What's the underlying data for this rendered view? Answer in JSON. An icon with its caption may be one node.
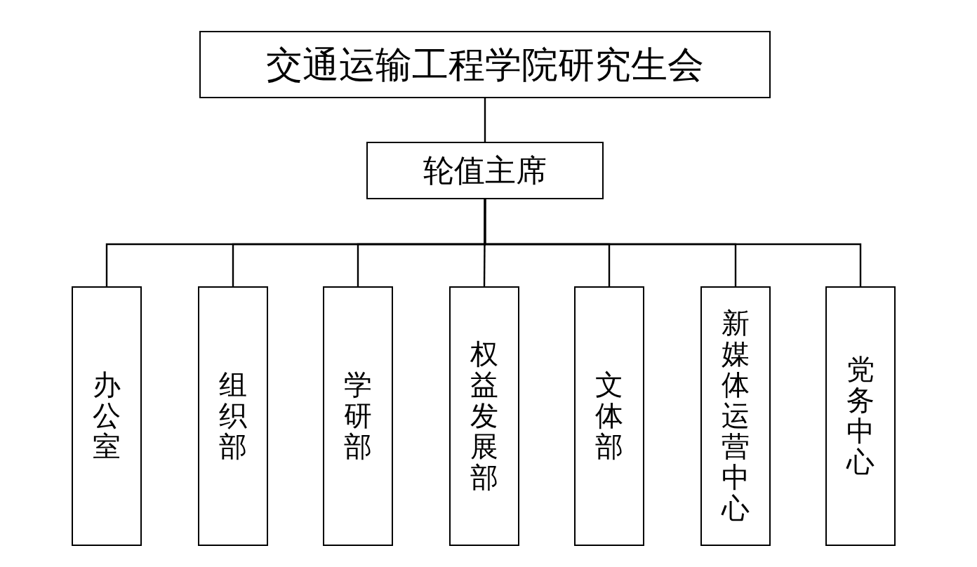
{
  "diagram": {
    "nodes": [
      {
        "text": [
          "交通运输工程学院研究生会"
        ]
      },
      {
        "text": [
          "轮值主席"
        ]
      },
      {
        "text": [
          "办公室"
        ]
      },
      {
        "text": [
          "组织部"
        ]
      },
      {
        "text": [
          "学研部"
        ]
      },
      {
        "text": [
          "权益发展部"
        ]
      },
      {
        "text": [
          "文体部"
        ]
      },
      {
        "text": [
          "新媒体运营中心"
        ]
      },
      {
        "text": [
          "党务中心"
        ]
      }
    ],
    "edges": [
      {
        "from": 0,
        "to": 1,
        "arrow": "none"
      },
      {
        "from": 1,
        "to": 2,
        "arrow": "none"
      },
      {
        "from": 1,
        "to": 3,
        "arrow": "none"
      },
      {
        "from": 1,
        "to": 4,
        "arrow": "none"
      },
      {
        "from": 1,
        "to": 5,
        "arrow": "none"
      },
      {
        "from": 1,
        "to": 6,
        "arrow": "none"
      },
      {
        "from": 1,
        "to": 7,
        "arrow": "none"
      },
      {
        "from": 1,
        "to": 8,
        "arrow": "none"
      }
    ]
  }
}
